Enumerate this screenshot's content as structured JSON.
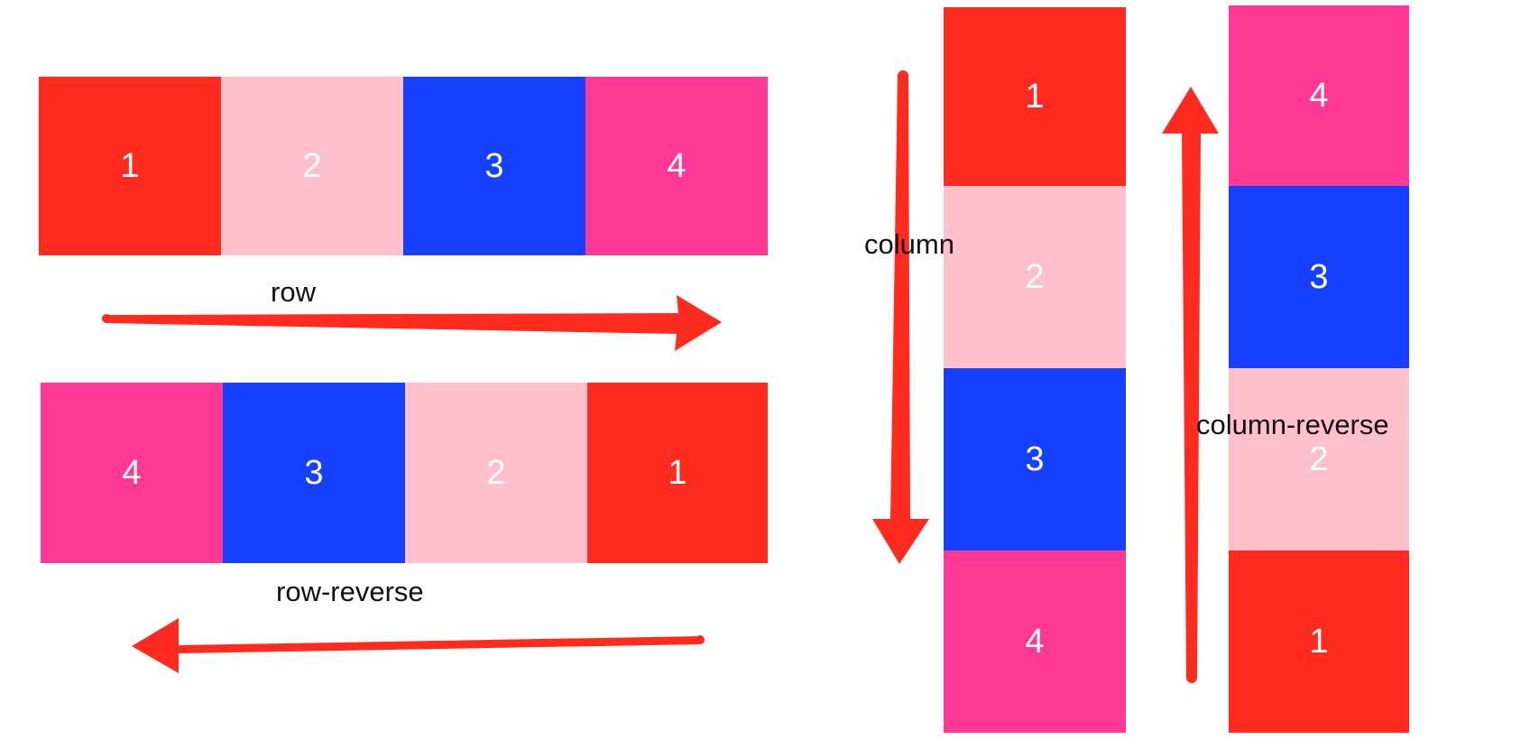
{
  "colors": {
    "red": "#ff2b1f",
    "light_pink": "#ffbfcb",
    "blue": "#163ffe",
    "pink": "#ff3a96",
    "arrow": "#ff2b1f"
  },
  "row": {
    "label": "row",
    "boxes": [
      {
        "text": "1",
        "color": "red"
      },
      {
        "text": "2",
        "color": "light_pink"
      },
      {
        "text": "3",
        "color": "blue"
      },
      {
        "text": "4",
        "color": "pink"
      }
    ]
  },
  "row_reverse": {
    "label": "row-reverse",
    "boxes": [
      {
        "text": "4",
        "color": "pink"
      },
      {
        "text": "3",
        "color": "blue"
      },
      {
        "text": "2",
        "color": "light_pink"
      },
      {
        "text": "1",
        "color": "red"
      }
    ]
  },
  "column": {
    "label": "column",
    "boxes": [
      {
        "text": "1",
        "color": "red"
      },
      {
        "text": "2",
        "color": "light_pink"
      },
      {
        "text": "3",
        "color": "blue"
      },
      {
        "text": "4",
        "color": "pink"
      }
    ]
  },
  "column_reverse": {
    "label": "column-reverse",
    "boxes": [
      {
        "text": "4",
        "color": "pink"
      },
      {
        "text": "3",
        "color": "blue"
      },
      {
        "text": "2",
        "color": "light_pink"
      },
      {
        "text": "1",
        "color": "red"
      }
    ]
  }
}
